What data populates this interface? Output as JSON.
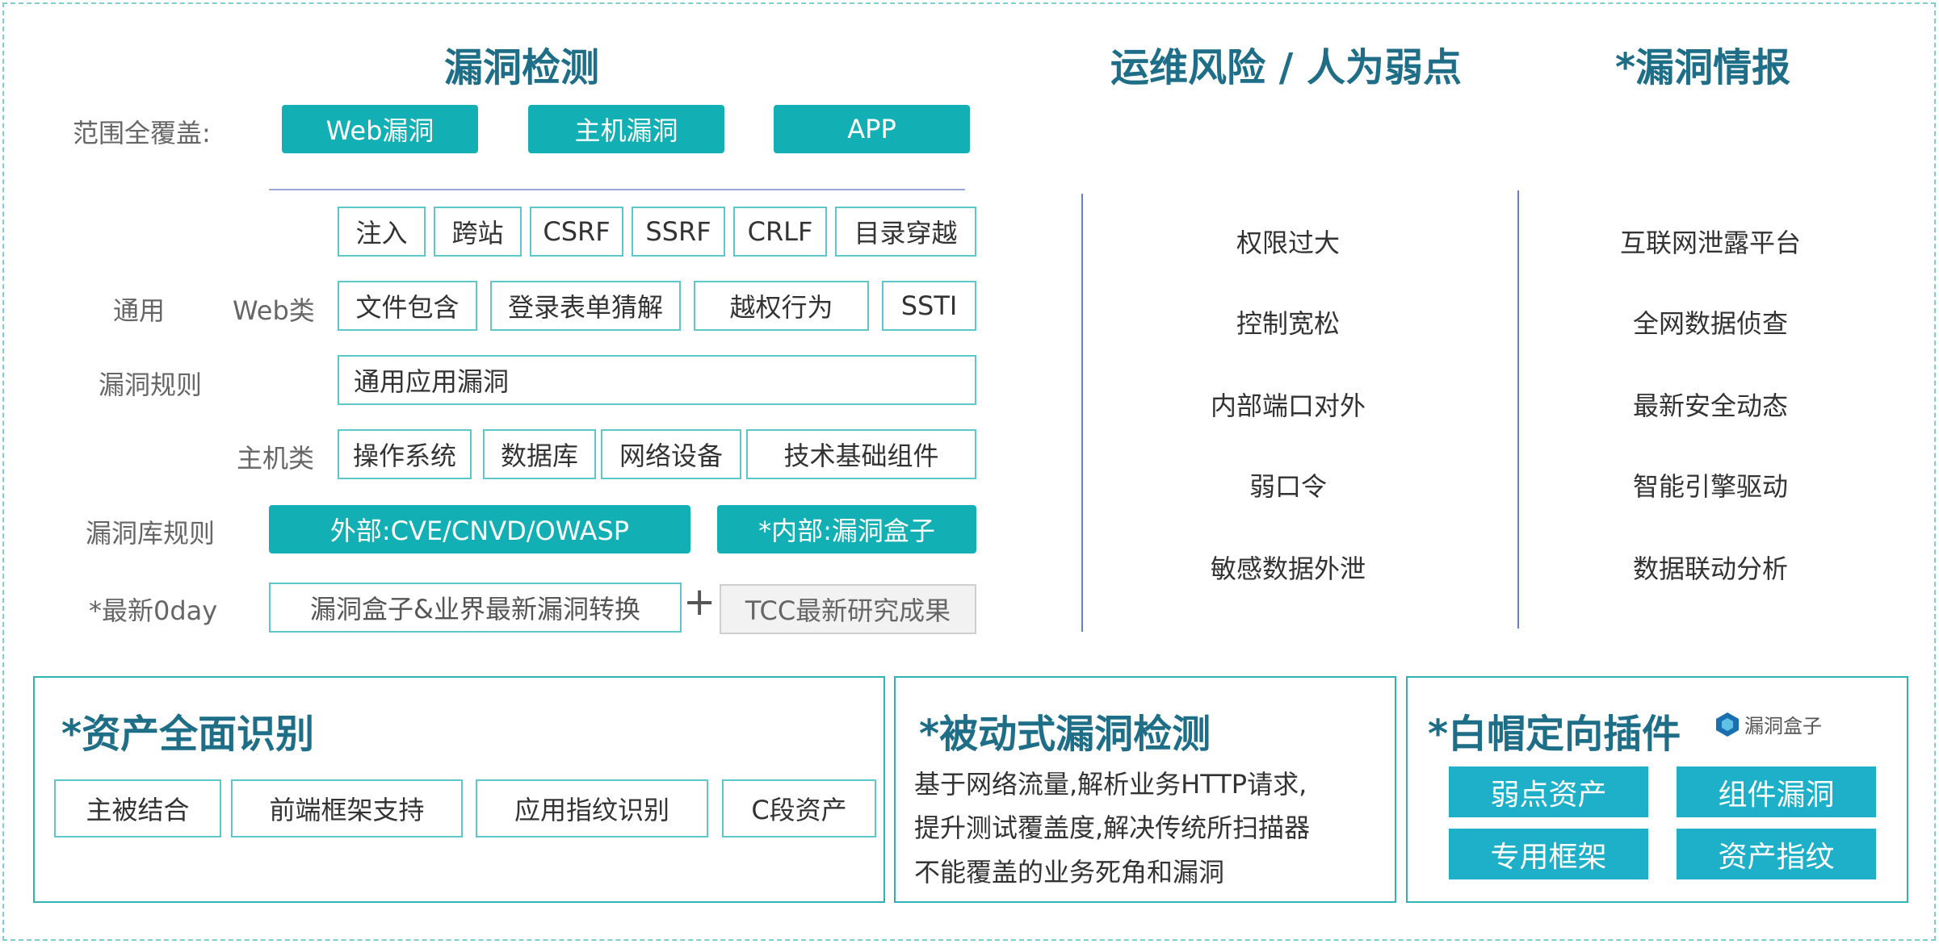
{
  "titles": {
    "vuln_detect": "漏洞检测",
    "ops_risk": "运维风险 / 人为弱点",
    "vuln_intel": "*漏洞情报"
  },
  "scope": {
    "label": "范围全覆盖:",
    "items": [
      "Web漏洞",
      "主机漏洞",
      "APP"
    ]
  },
  "rules": {
    "general_line1": "通用",
    "general_line2": "漏洞规则",
    "web_label": "Web类",
    "host_label": "主机类",
    "web_row1": [
      "注入",
      "跨站",
      "CSRF",
      "SSRF",
      "CRLF",
      "目录穿越"
    ],
    "web_row2": [
      "文件包含",
      "登录表单猜解",
      "越权行为",
      "SSTI"
    ],
    "web_row3": [
      "通用应用漏洞"
    ],
    "host_row": [
      "操作系统",
      "数据库",
      "网络设备",
      "技术基础组件"
    ]
  },
  "library": {
    "label": "漏洞库规则",
    "external": "外部:CVE/CNVD/OWASP",
    "internal": "*内部:漏洞盒子"
  },
  "zeroday": {
    "label": "*最新0day",
    "source1": "漏洞盒子&业界最新漏洞转换",
    "plus": "+",
    "source2": "TCC最新研究成果"
  },
  "ops_risk_items": [
    "权限过大",
    "控制宽松",
    "内部端口对外",
    "弱口令",
    "敏感数据外泄"
  ],
  "intel_items": [
    "互联网泄露平台",
    "全网数据侦查",
    "最新安全动态",
    "智能引擎驱动",
    "数据联动分析"
  ],
  "asset_panel": {
    "title": "*资产全面识别",
    "items": [
      "主被结合",
      "前端框架支持",
      "应用指纹识别",
      "C段资产"
    ]
  },
  "passive_panel": {
    "title": "*被动式漏洞检测",
    "lines": [
      "基于网络流量,解析业务HTTP请求,",
      "提升测试覆盖度,解决传统所扫描器",
      "不能覆盖的业务死角和漏洞"
    ]
  },
  "whitehat_panel": {
    "title": "*白帽定向插件",
    "logo_text": "漏洞盒子",
    "items": [
      "弱点资产",
      "组件漏洞",
      "专用框架",
      "资产指纹"
    ]
  },
  "colors": {
    "title": "#1e6e88",
    "teal": "#12b0b4",
    "panel_border": "#2fb3b5",
    "divider": "#6a7fc0"
  }
}
